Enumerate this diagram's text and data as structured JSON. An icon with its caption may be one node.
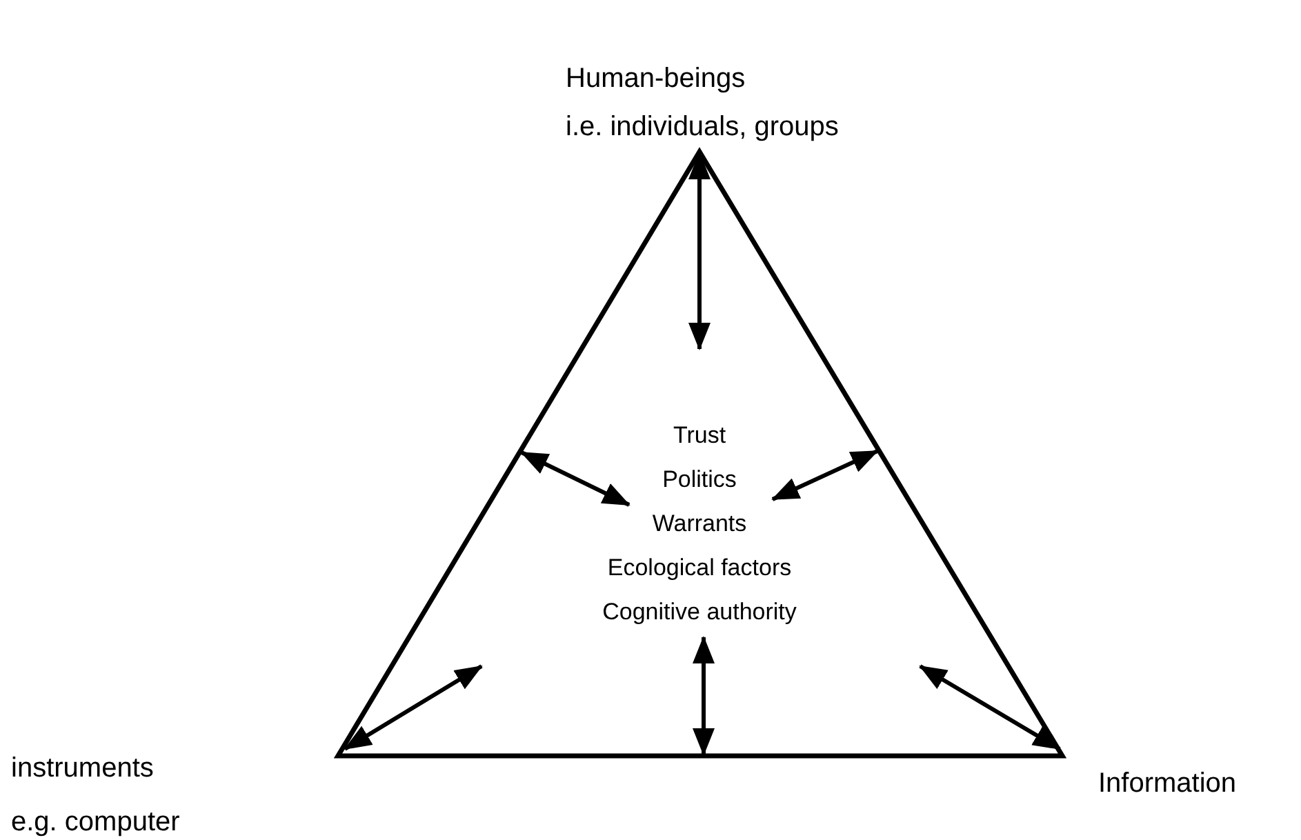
{
  "diagram": {
    "nodes": [
      {
        "text": [
          "Human-beings",
          "i.e. individuals, groups"
        ]
      },
      {
        "text": [
          "instruments",
          "e.g. computer"
        ]
      },
      {
        "text": [
          "Information"
        ]
      },
      {
        "text": [],
        "shape": "triangle"
      },
      {
        "text": [
          "Trust",
          "Politics",
          "Warrants",
          "Ecological factors",
          "Cognitive authority"
        ],
        "in": 3
      }
    ],
    "edges": [
      {
        "from": 3,
        "to": null,
        "arrow": "both"
      },
      {
        "from": 3,
        "to": 4,
        "arrow": "both"
      },
      {
        "from": 3,
        "to": 4,
        "arrow": "both"
      },
      {
        "from": 3,
        "to": null,
        "arrow": "both"
      },
      {
        "from": 3,
        "to": 4,
        "arrow": "both"
      },
      {
        "from": 3,
        "to": null,
        "arrow": "both"
      }
    ]
  }
}
